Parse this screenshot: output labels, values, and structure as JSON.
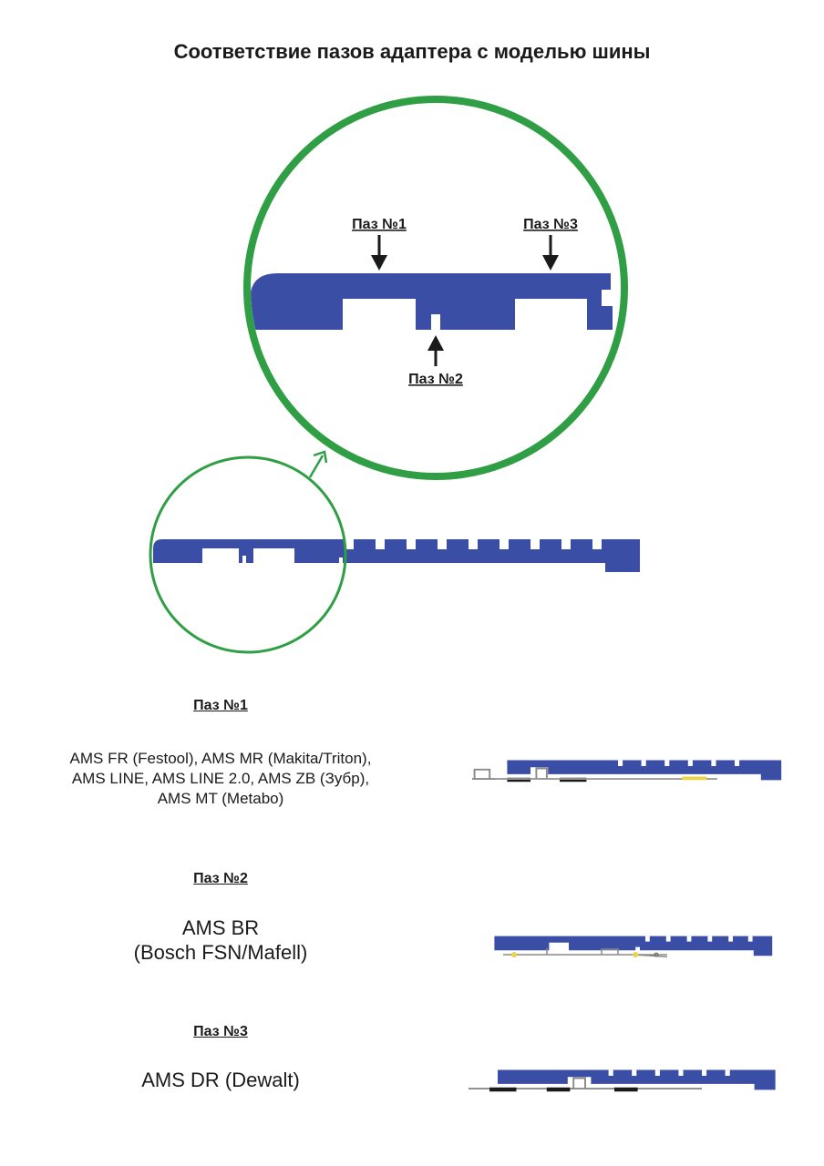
{
  "title": "Соответствие пазов адаптера с моделью шины",
  "callouts": {
    "groove1": "Паз №1",
    "groove2": "Паз №2",
    "groove3": "Паз №3"
  },
  "sections": [
    {
      "heading": "Паз №1",
      "lines": [
        "AMS FR (Festool), AMS MR (Makita/Triton),",
        "AMS LINE, AMS LINE 2.0, AMS ZB (Зубр),",
        "AMS MT (Metabo)"
      ]
    },
    {
      "heading": "Паз №2",
      "lines": [
        "AMS BR",
        "(Bosch FSN/Mafell)"
      ]
    },
    {
      "heading": "Паз №3",
      "lines": [
        "AMS DR (Dewalt)"
      ]
    }
  ],
  "colors": {
    "profile_blue": "#3a4ea6",
    "circle_green": "#2f9e44",
    "rail_gray": "#9a9a9a",
    "clamp_yellow": "#e9d44a"
  }
}
